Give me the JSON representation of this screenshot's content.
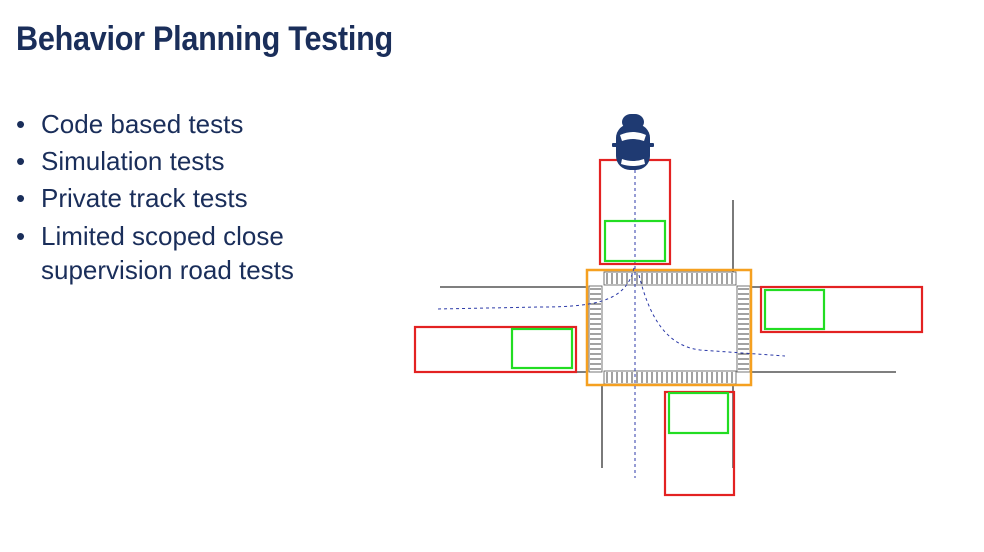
{
  "title": "Behavior Planning Testing",
  "bullets": [
    "Code based tests",
    "Simulation tests",
    "Private track tests",
    "Limited scoped close supervision road tests"
  ],
  "colors": {
    "title": "#1a2e5a",
    "text": "#1a2e5a",
    "car": "#1f3a72",
    "red_box": "#e32222",
    "green_box": "#22dd22",
    "orange_box": "#f5a020",
    "road": "#333333",
    "path": "#2c3aa8"
  },
  "icons": {
    "ego_vehicle": "car-topview-icon"
  }
}
